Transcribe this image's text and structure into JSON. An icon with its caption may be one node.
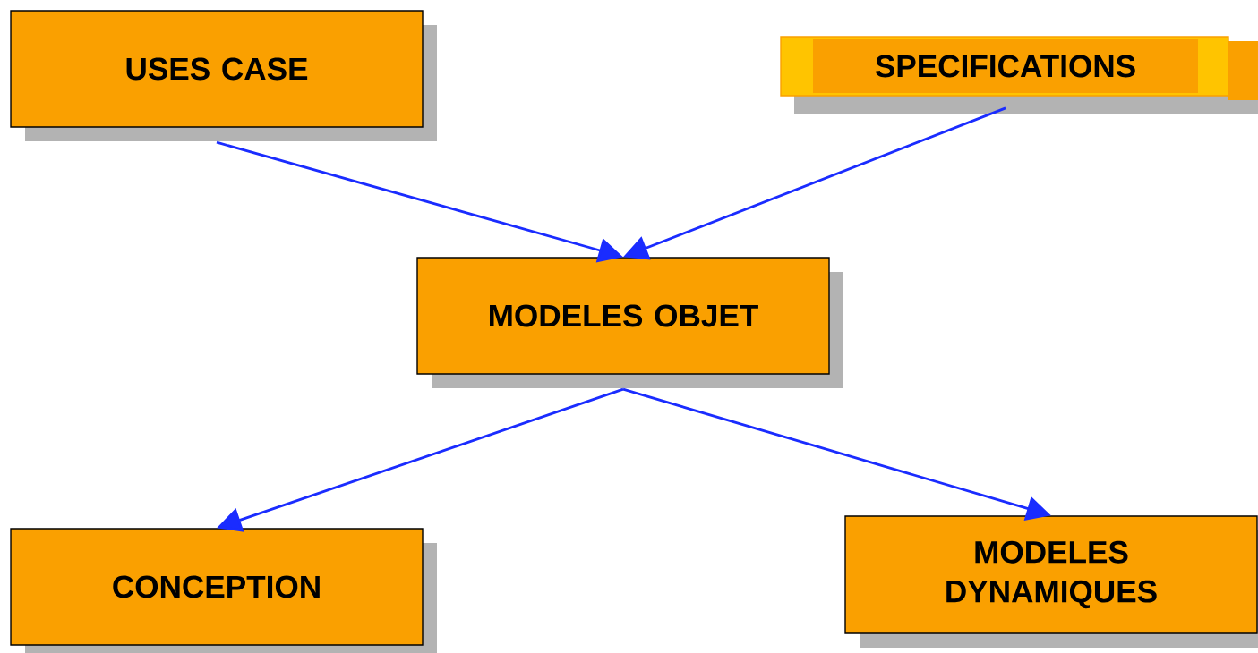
{
  "diagram": {
    "nodes": [
      {
        "text": [
          "USES CASE"
        ]
      },
      {
        "text": [
          "SPECIFICATIONS"
        ]
      },
      {
        "text": [
          "MODELES OBJET"
        ]
      },
      {
        "text": [
          "CONCEPTION"
        ]
      },
      {
        "text": [
          "MODELES DYNAMIQUES"
        ]
      }
    ],
    "edges": [
      {
        "from": 0,
        "to": 2,
        "arrow": "to"
      },
      {
        "from": 1,
        "to": 2,
        "arrow": "to"
      },
      {
        "from": 2,
        "to": 3,
        "arrow": "to"
      },
      {
        "from": 2,
        "to": 4,
        "arrow": "to"
      }
    ]
  }
}
